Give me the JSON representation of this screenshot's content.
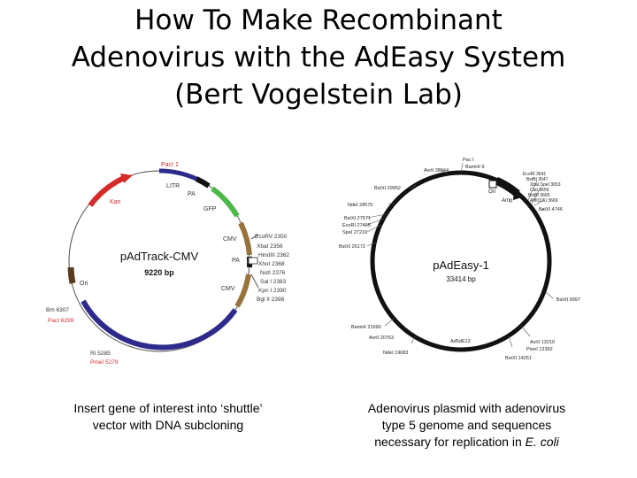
{
  "title": {
    "line1": "How To Make Recombinant",
    "line2": "Adenovirus with the AdEasy System",
    "line3": "(Bert Vogelstein Lab)"
  },
  "left_plasmid": {
    "name": "pAdTrack-CMV",
    "size": "9220 bp",
    "labels": {
      "paci_top": "PacI 1",
      "litr": "LITR",
      "pa_top": "PA",
      "gfp": "GFP",
      "cmv_top": "CMV",
      "pa_mid": "PA",
      "cmv_bottom": "CMV",
      "kan": "Kan",
      "ori": "Ori",
      "bm": "Bm 6307",
      "paci_bottom": "PacI 6299",
      "ri": "RI 5285",
      "pmei": "PmeI 5279"
    },
    "mcs": [
      "EcoRV 2350",
      "XbaI 2356",
      "HindIII 2362",
      "XhoI 2368",
      "NotI 2376",
      "Sal I 2383",
      "Kpn I 2390",
      "Bgl II 2398"
    ]
  },
  "right_plasmid": {
    "name": "pAdEasy-1",
    "size": "33414  bp",
    "labels": {
      "paci": "Pac I",
      "bamhi_top": "BamHI 9",
      "avrii_top": "AvrII  32944",
      "bstxi_29952": "BstXI  29952",
      "ndei_28570": "NdeI  28570",
      "bstxi_27571": "BstXI  27571",
      "ecori_27465": "EcoRI  27465",
      "spei_27216": "SpeI  27216",
      "bstxi_26172": "BstXI  26172",
      "ori": "Ori",
      "amp": "Amp",
      "ecori_3641": "EcoRI  3641",
      "bstbi_3647": "BstBI  3647",
      "xbai_3653": "XbaI,SpeI  3653",
      "clai_3659": "ClaI  3659",
      "bstbi_3665": "BstBI  3665",
      "aflii_3669": "AflII(1/5)  3669",
      "bstxi_4746": "BstXI  4746",
      "bstxi_9997": "BstXI  9997",
      "avrii_13210": "AvrII  13210",
      "pmei_13392": "PmeI  13392",
      "bstxi_14251": "BstXI  14251",
      "ad5de13": "Ad5dE13",
      "ndei_19683": "NdeI  19683",
      "avrii_20763": "AvrII  20763",
      "bamhi_21696": "BamHI  21696"
    }
  },
  "left_caption": {
    "line1": "Insert gene of interest into ‘shuttle’",
    "line2": "vector with DNA subcloning"
  },
  "right_caption": {
    "line1": "Adenovirus plasmid with adenovirus",
    "line2": "type 5 genome and sequences",
    "line3": "necessary for replication in ",
    "line3_italic": "E. coli"
  },
  "colors": {
    "kan": "#d42a2a",
    "gfp": "#4cb848",
    "cmv": "#96733a",
    "backbone": "#2d2a8c",
    "ori": "#5c3a1e",
    "red_label": "#d42a2a"
  }
}
